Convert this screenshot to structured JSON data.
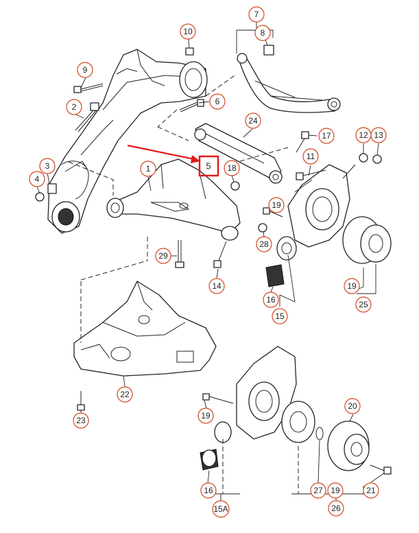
{
  "diagram": {
    "callouts": [
      {
        "id": "c1",
        "label": "1"
      },
      {
        "id": "c2",
        "label": "2"
      },
      {
        "id": "c3",
        "label": "3"
      },
      {
        "id": "c4",
        "label": "4"
      },
      {
        "id": "c5",
        "label": "5"
      },
      {
        "id": "c6",
        "label": "6"
      },
      {
        "id": "c7",
        "label": "7"
      },
      {
        "id": "c8",
        "label": "8"
      },
      {
        "id": "c9",
        "label": "9"
      },
      {
        "id": "c10",
        "label": "10"
      },
      {
        "id": "c11",
        "label": "11"
      },
      {
        "id": "c12",
        "label": "12"
      },
      {
        "id": "c13",
        "label": "13"
      },
      {
        "id": "c14",
        "label": "14"
      },
      {
        "id": "c15",
        "label": "15"
      },
      {
        "id": "c15a",
        "label": "15A"
      },
      {
        "id": "c16a",
        "label": "16"
      },
      {
        "id": "c16b",
        "label": "16"
      },
      {
        "id": "c17",
        "label": "17"
      },
      {
        "id": "c18",
        "label": "18"
      },
      {
        "id": "c19a",
        "label": "19"
      },
      {
        "id": "c19b",
        "label": "19"
      },
      {
        "id": "c19c",
        "label": "19"
      },
      {
        "id": "c19d",
        "label": "19"
      },
      {
        "id": "c20",
        "label": "20"
      },
      {
        "id": "c21",
        "label": "21"
      },
      {
        "id": "c22",
        "label": "22"
      },
      {
        "id": "c23",
        "label": "23"
      },
      {
        "id": "c24",
        "label": "24"
      },
      {
        "id": "c25",
        "label": "25"
      },
      {
        "id": "c26",
        "label": "26"
      },
      {
        "id": "c27",
        "label": "27"
      },
      {
        "id": "c28",
        "label": "28"
      },
      {
        "id": "c29",
        "label": "29"
      }
    ],
    "highlight": {
      "label": "5",
      "color": "#e01b1b"
    },
    "colors": {
      "callout_ring": "#d2461e",
      "line": "#222222",
      "highlight": "#e01b1b"
    }
  }
}
